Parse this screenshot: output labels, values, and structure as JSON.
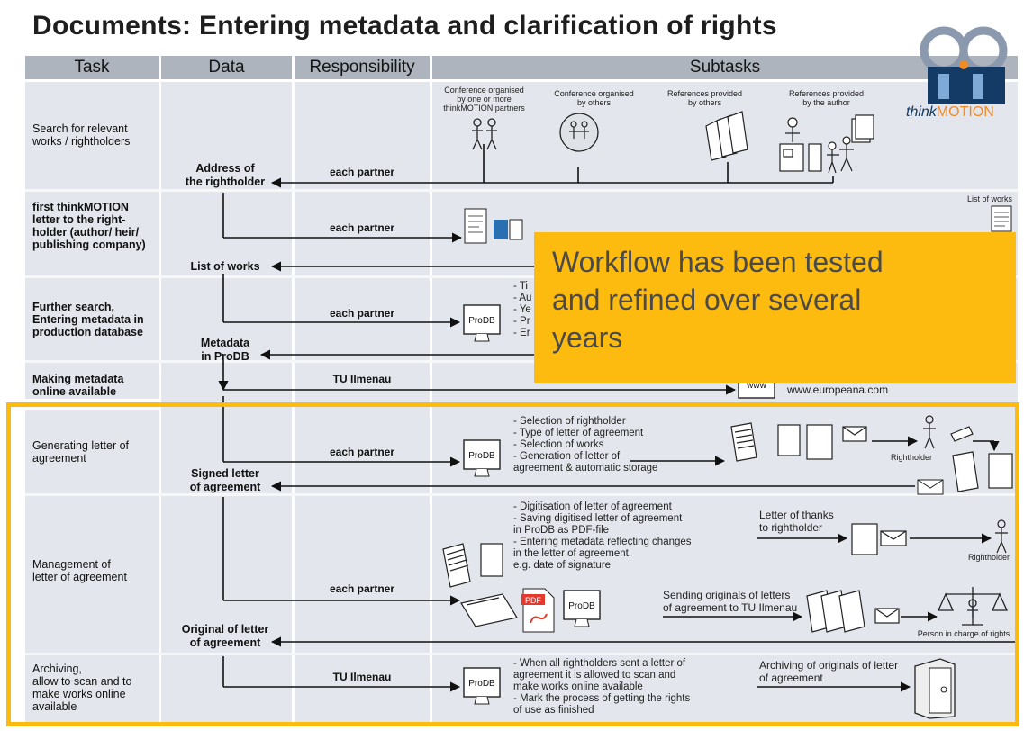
{
  "title": "Documents: Entering metadata and clarification of rights",
  "headers": {
    "task": "Task",
    "data": "Data",
    "responsibility": "Responsibility",
    "subtasks": "Subtasks"
  },
  "logo": {
    "text_main": "think",
    "text_accent": "MOTION"
  },
  "rows": [
    {
      "task": "Search for relevant\nworks / rightholders",
      "data": "Address of\nthe rightholder",
      "responsibility": "each partner"
    },
    {
      "task": "first thinkMOTION\nletter to the right-\nholder (author/ heir/\npublishing company)",
      "data": "List of works",
      "responsibility": "each partner"
    },
    {
      "task": "Further search,\nEntering metadata in\nproduction database",
      "data": "Metadata\nin ProDB",
      "responsibility": "each partner"
    },
    {
      "task": "Making metadata\nonline available",
      "data": "",
      "responsibility": "TU Ilmenau"
    },
    {
      "task": "Generating letter of\nagreement",
      "data": "Signed letter\nof agreement",
      "responsibility": "each partner"
    },
    {
      "task": "Management of\nletter of agreement",
      "data": "Original of letter\nof agreement",
      "responsibility": "each partner"
    },
    {
      "task": "Archiving,\nallow to scan and to\nmake works online\navailable",
      "data": "",
      "responsibility": "TU Ilmenau"
    }
  ],
  "row1_subtasks": {
    "conf_thinkmotion": "Conference organised\nby one or more\nthinkMOTION partners",
    "conf_others": "Conference organised\nby others",
    "refs_others": "References provided\nby others",
    "refs_author": "References provided\nby the author"
  },
  "row2_subtasks": {
    "list_of_works": "List of works"
  },
  "row3_subtasks": {
    "partial": "- Ti\n- Au\n- Ye\n- Pr\n- Er"
  },
  "row4_subtasks": {
    "url": "www.europeana.com",
    "screen_label": "www"
  },
  "row5_subtasks": {
    "list": "- Selection of rightholder\n- Type of letter of agreement\n- Selection of works\n- Generation of letter of\n  agreement & automatic storage",
    "rightholder": "Rightholder"
  },
  "row6_subtasks": {
    "list": "- Digitisation of letter of agreement\n- Saving digitised letter of agreement\n  in ProDB as PDF-file\n- Entering metadata reflecting changes\n  in the letter of agreement,\n  e.g. date of signature",
    "thanks": "Letter of thanks\nto rightholder",
    "rightholder": "Rightholder",
    "sending": "Sending originals of letters\nof agreement to TU Ilmenau",
    "person": "Person in charge of rights",
    "pdf": "PDF"
  },
  "row7_subtasks": {
    "list": "- When all rightholders sent a letter of\n  agreement it is allowed to scan and\n  make works online available\n- Mark the process of getting the rights\n  of use as finished",
    "archiving": "Archiving of originals of letter\nof agreement"
  },
  "prodb_label": "ProDB",
  "callout": "Workflow has been tested\nand refined over several\nyears",
  "colors": {
    "accent": "#fdbb10",
    "header": "#aeb4bd",
    "cell": "#e3e6ec",
    "logo_blue": "#143a66",
    "logo_orange": "#f08a24"
  }
}
